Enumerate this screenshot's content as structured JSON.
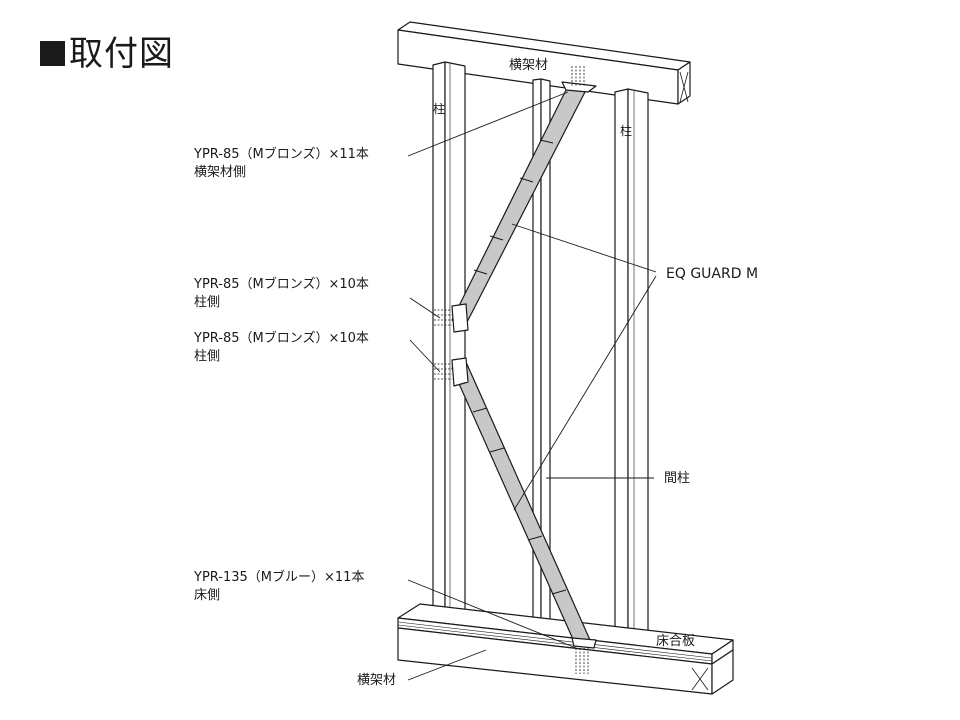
{
  "title": "■取付図",
  "labels": {
    "top_beam": "横架材",
    "left_post": "柱",
    "right_post": "柱",
    "ypr_top_line1": "YPR-85（Mブロンズ）×11本",
    "ypr_top_line2": "横架材側",
    "ypr_mid1_line1": "YPR-85（Mブロンズ）×10本",
    "ypr_mid1_line2": "柱側",
    "ypr_mid2_line1": "YPR-85（Mブロンズ）×10本",
    "ypr_mid2_line2": "柱側",
    "eq_guard": "EQ GUARD M",
    "stud": "間柱",
    "ypr_bottom_line1": "YPR-135（Mブルー）×11本",
    "ypr_bottom_line2": "床側",
    "floor_board": "床合板",
    "bottom_beam": "横架材"
  },
  "colors": {
    "line": "#1a1a1a",
    "brace": "#c8c8c8",
    "background": "#ffffff"
  }
}
